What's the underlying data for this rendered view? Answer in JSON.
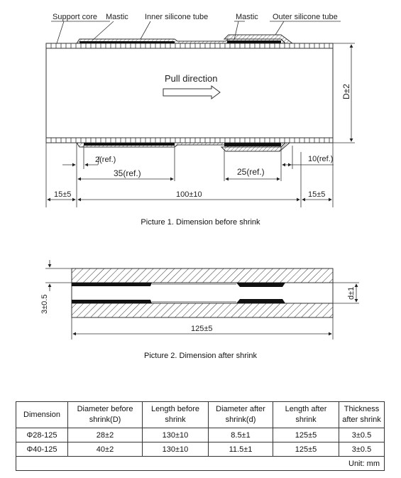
{
  "picture1": {
    "labels": {
      "support_core": "Support core",
      "mastic_left": "Mastic",
      "inner_tube": "Inner silicone tube",
      "mastic_right": "Mastic",
      "outer_tube": "Outer silicone tube",
      "pull_direction": "Pull direction",
      "diameter": "D±2"
    },
    "dimensions": {
      "dim_2": "2(ref.)",
      "dim_35": "35(ref.)",
      "dim_25": "25(ref.)",
      "dim_10": "10(ref.)",
      "dim_15_left": "15±5",
      "dim_100": "100±10",
      "dim_15_right": "15±5"
    },
    "caption": "Picture 1. Dimension before shrink"
  },
  "picture2": {
    "labels": {
      "thickness": "3±0.5",
      "diameter": "d±1",
      "length": "125±5"
    },
    "caption": "Picture 2. Dimension after shrink"
  },
  "table": {
    "headers": [
      "Dimension",
      "Diameter before shrink(D)",
      "Length before shrink",
      "Diameter after shrink(d)",
      "Length after shrink",
      "Thickness after shrink"
    ],
    "rows": [
      [
        "Φ28-125",
        "28±2",
        "130±10",
        "8.5±1",
        "125±5",
        "3±0.5"
      ],
      [
        "Φ40-125",
        "40±2",
        "130±10",
        "11.5±1",
        "125±5",
        "3±0.5"
      ]
    ],
    "unit": "Unit: mm"
  }
}
